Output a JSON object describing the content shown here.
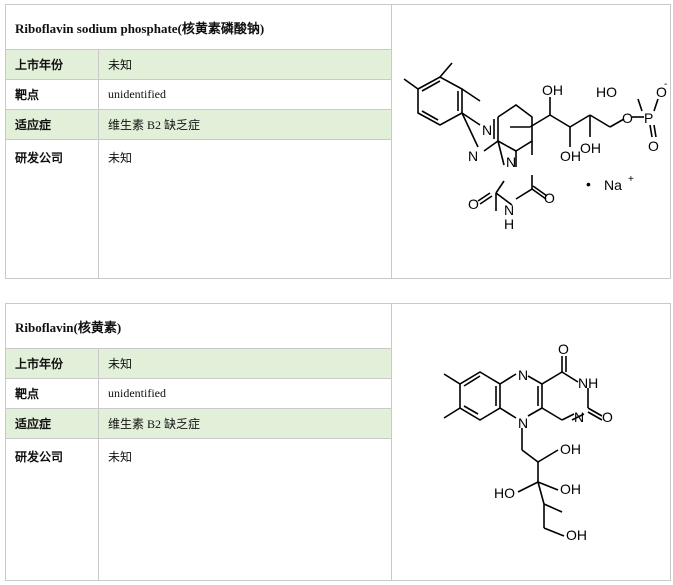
{
  "compounds": [
    {
      "title": "Riboflavin sodium phosphate(核黄素磷酸钠)",
      "rows": [
        {
          "label": "上市年份",
          "value": "未知"
        },
        {
          "label": "靶点",
          "value": "unidentified"
        },
        {
          "label": "适应症",
          "value": "维生素 B2 缺乏症"
        },
        {
          "label": "研发公司",
          "value": "未知"
        }
      ],
      "structure_labels": {
        "n1": "N",
        "n2": "N",
        "n3": "N",
        "nh": "N",
        "h": "H",
        "o1": "O",
        "o2": "O",
        "oh1": "OH",
        "oh2": "OH",
        "oh3": "OH",
        "o_link": "O",
        "p": "P",
        "o_dbl": "O",
        "o_minus": "O",
        "charge_minus": "-",
        "ho": "HO",
        "na": "Na",
        "charge_plus": "+",
        "dot": "•"
      }
    },
    {
      "title": "Riboflavin(核黄素)",
      "rows": [
        {
          "label": "上市年份",
          "value": "未知"
        },
        {
          "label": "靶点",
          "value": "unidentified"
        },
        {
          "label": "适应症",
          "value": "维生素 B2 缺乏症"
        },
        {
          "label": "研发公司",
          "value": "未知"
        }
      ],
      "structure_labels": {
        "n1": "N",
        "n2": "N",
        "n3": "N",
        "nh": "NH",
        "o1": "O",
        "o2": "O",
        "oh1": "OH",
        "ho": "HO",
        "oh2": "OH",
        "oh3": "OH"
      }
    }
  ]
}
